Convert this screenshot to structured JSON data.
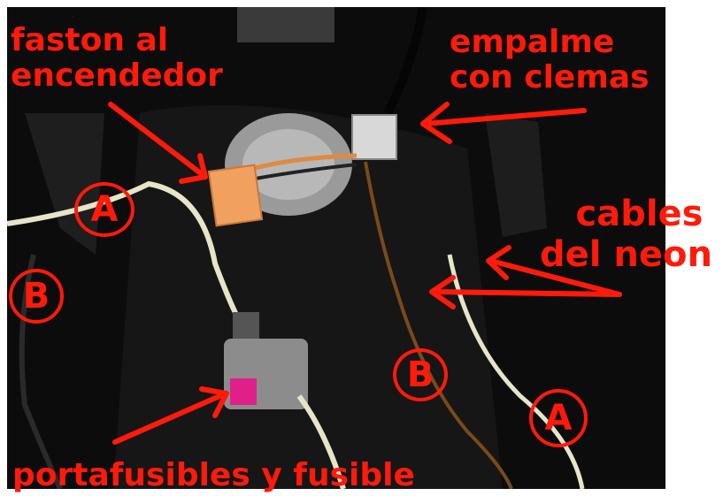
{
  "labels": {
    "faston": [
      "faston al",
      "encendedor"
    ],
    "empalme": [
      "empalme",
      "con clemas"
    ],
    "cables": [
      "cables",
      "del neon"
    ],
    "portafusibles": "portafusibles y fusible"
  },
  "markers": {
    "a": "A",
    "b": "B"
  },
  "colors": {
    "annotation": "#ff1a0a",
    "background": "#0b0b0b",
    "carpet": "#1a1a1a",
    "cable_white": "#e8e4c8",
    "cable_brown": "#7a4a18",
    "connector_orange": "#f2a060",
    "fuse_pink": "#e0208a"
  }
}
